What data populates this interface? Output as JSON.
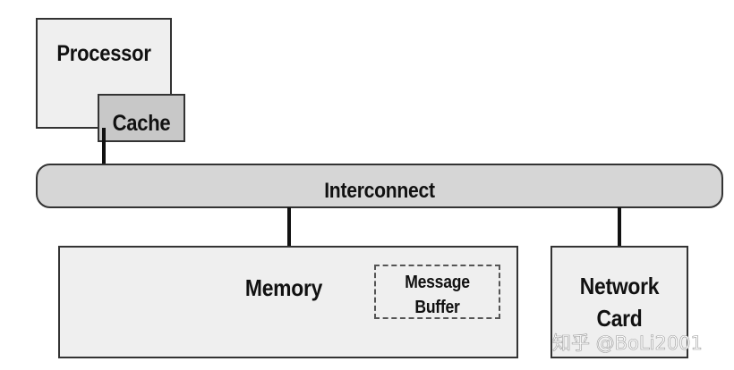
{
  "diagram": {
    "processor": {
      "label": "Processor",
      "cache_label": "Cache"
    },
    "interconnect": {
      "label": "Interconnect"
    },
    "memory": {
      "label": "Memory",
      "message_buffer": {
        "line1": "Message",
        "line2": "Buffer"
      }
    },
    "network_card": {
      "line1": "Network",
      "line2": "Card"
    }
  },
  "watermark": "知乎 @BoLi2001",
  "colors": {
    "box_fill": "#efefef",
    "cache_fill": "#c8c8c8",
    "interconnect_fill": "#d6d6d6",
    "border": "#333333",
    "text": "#111111"
  }
}
